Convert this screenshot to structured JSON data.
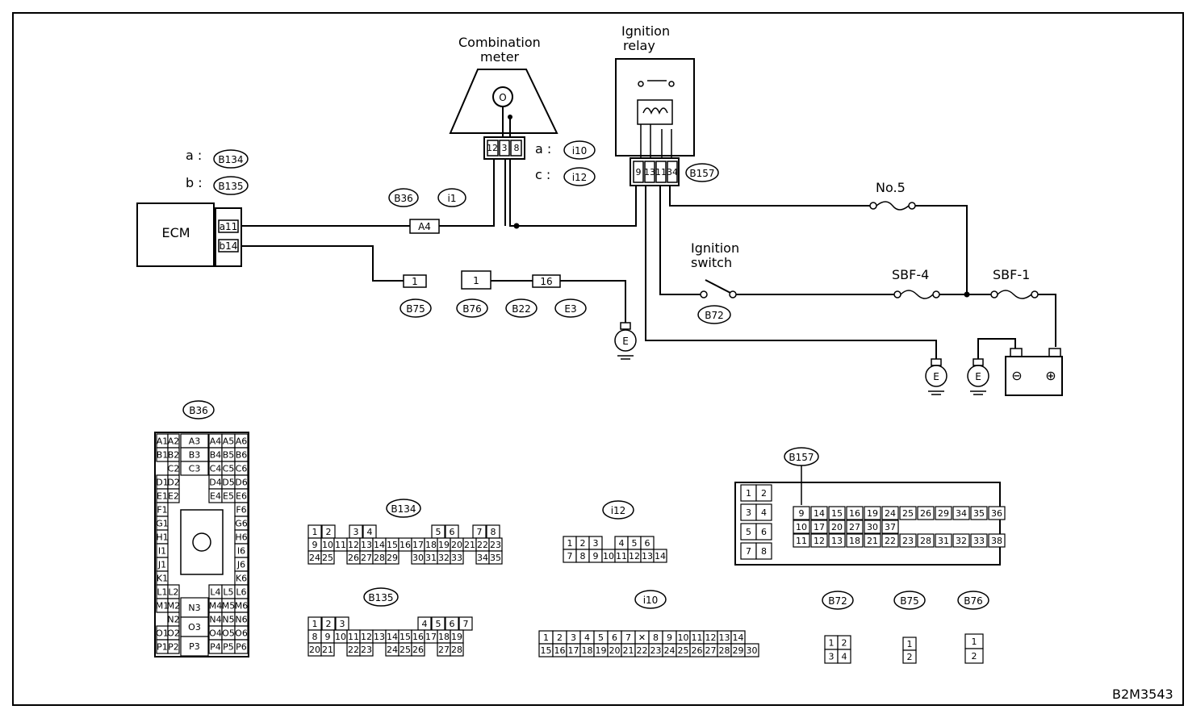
{
  "ecm": {
    "label": "ECM",
    "pins": [
      "a11",
      "b14"
    ]
  },
  "combination_meter": {
    "title_line1": "Combination",
    "title_line2": "meter",
    "gauge_symbol": "O",
    "pins": [
      "12",
      "3",
      "8"
    ]
  },
  "ignition_relay": {
    "title_line1": "Ignition",
    "title_line2": "relay",
    "pins": [
      "9",
      "13",
      "11",
      "34"
    ]
  },
  "ignition_switch": {
    "title_line1": "Ignition",
    "title_line2": "switch"
  },
  "fuses": {
    "no5": "No.5",
    "sbf4": "SBF-4",
    "sbf1": "SBF-1"
  },
  "battery": {
    "minus": "⊖",
    "plus": "⊕"
  },
  "ground_symbol": "E",
  "key_entries": [
    {
      "letter": "a :",
      "tag": "B134"
    },
    {
      "letter": "b :",
      "tag": "B135"
    },
    {
      "letter": "a :",
      "tag": "i10"
    },
    {
      "letter": "c :",
      "tag": "i12"
    }
  ],
  "wire_pins": {
    "a4": "A4",
    "p1": "1",
    "p1b": "1",
    "p16": "16"
  },
  "connector_tags": {
    "b36": "B36",
    "i1": "i1",
    "b157": "B157",
    "b75": "B75",
    "b76": "B76",
    "b22": "B22",
    "e3": "E3",
    "b72": "B72",
    "b134": "B134",
    "b135": "B135",
    "i12": "i12",
    "i10": "i10"
  },
  "b36_face": {
    "left_pins": [
      [
        "A1",
        "A2"
      ],
      [
        "B1",
        "B2"
      ],
      [
        "",
        "C2"
      ],
      [
        "D1",
        "D2"
      ],
      [
        "E1",
        "E2"
      ],
      [
        "F1",
        ""
      ],
      [
        "G1",
        ""
      ],
      [
        "H1",
        ""
      ],
      [
        "I1",
        ""
      ],
      [
        "J1",
        ""
      ],
      [
        "K1",
        ""
      ],
      [
        "L1",
        "L2"
      ],
      [
        "M1",
        "M2"
      ],
      [
        "",
        "N2"
      ],
      [
        "O1",
        "O2"
      ],
      [
        "P1",
        "P2"
      ]
    ],
    "right_pins": [
      [
        "A4",
        "A5",
        "A6"
      ],
      [
        "B4",
        "B5",
        "B6"
      ],
      [
        "C4",
        "C5",
        "C6"
      ],
      [
        "D4",
        "D5",
        "D6"
      ],
      [
        "E4",
        "E5",
        "E6"
      ],
      [
        "",
        "",
        "F6"
      ],
      [
        "",
        "",
        "G6"
      ],
      [
        "",
        "",
        "H6"
      ],
      [
        "",
        "",
        "I6"
      ],
      [
        "",
        "",
        "J6"
      ],
      [
        "",
        "",
        "K6"
      ],
      [
        "L4",
        "L5",
        "L6"
      ],
      [
        "M4",
        "M5",
        "M6"
      ],
      [
        "N4",
        "N5",
        "N6"
      ],
      [
        "O4",
        "O5",
        "O6"
      ],
      [
        "P4",
        "P5",
        "P6"
      ]
    ],
    "center_top": [
      "A3",
      "B3",
      "C3"
    ],
    "center_bottom": [
      "N3",
      "O3",
      "P3"
    ]
  },
  "b134_face": {
    "row1": [
      "1",
      "2",
      "",
      "3",
      "4",
      "",
      "",
      "",
      "",
      "5",
      "6",
      "",
      "7",
      "8"
    ],
    "row2": [
      "9",
      "10",
      "11",
      "12",
      "13",
      "14",
      "15",
      "16",
      "17",
      "18",
      "19",
      "20",
      "21",
      "22",
      "23"
    ],
    "row3": [
      "24",
      "25",
      "",
      "26",
      "27",
      "28",
      "29",
      "",
      "30",
      "31",
      "32",
      "33",
      "",
      "34",
      "35"
    ]
  },
  "b135_face": {
    "row1": [
      "1",
      "2",
      "3",
      "",
      "",
      "",
      "",
      "",
      "4",
      "5",
      "6",
      "7"
    ],
    "row2": [
      "8",
      "9",
      "10",
      "11",
      "12",
      "13",
      "14",
      "15",
      "16",
      "17",
      "18",
      "19"
    ],
    "row3": [
      "20",
      "21",
      "",
      "22",
      "23",
      "",
      "24",
      "25",
      "26",
      "",
      "27",
      "28"
    ]
  },
  "i12_face": {
    "row1": [
      "1",
      "2",
      "3",
      "",
      "4",
      "5",
      "6"
    ],
    "row2": [
      "7",
      "8",
      "9",
      "10",
      "11",
      "12",
      "13",
      "14"
    ]
  },
  "i10_face": {
    "row1": [
      "1",
      "2",
      "3",
      "4",
      "5",
      "6",
      "7",
      "✕",
      "8",
      "9",
      "10",
      "11",
      "12",
      "13",
      "14"
    ],
    "row2": [
      "15",
      "16",
      "17",
      "18",
      "19",
      "20",
      "21",
      "22",
      "23",
      "24",
      "25",
      "26",
      "27",
      "28",
      "29",
      "30"
    ]
  },
  "b157_face": {
    "left": [
      [
        "1",
        "2"
      ],
      [
        "3",
        "4"
      ],
      [
        "5",
        "6"
      ],
      [
        "7",
        "8"
      ]
    ],
    "row1": [
      "9",
      "14",
      "15",
      "16",
      "19",
      "24",
      "25",
      "26",
      "29",
      "34",
      "35",
      "36"
    ],
    "row2": [
      "10",
      "17",
      "20",
      "27",
      "30",
      "37"
    ],
    "row3": [
      "11",
      "12",
      "13",
      "18",
      "21",
      "22",
      "23",
      "28",
      "31",
      "32",
      "33",
      "38"
    ]
  },
  "b72_face": {
    "pins": [
      "1",
      "2",
      "3",
      "4"
    ]
  },
  "b75_face": {
    "pins": [
      "1",
      "2"
    ]
  },
  "b76_face": {
    "pins": [
      "1",
      "2"
    ]
  },
  "figure_code": "B2M3543"
}
